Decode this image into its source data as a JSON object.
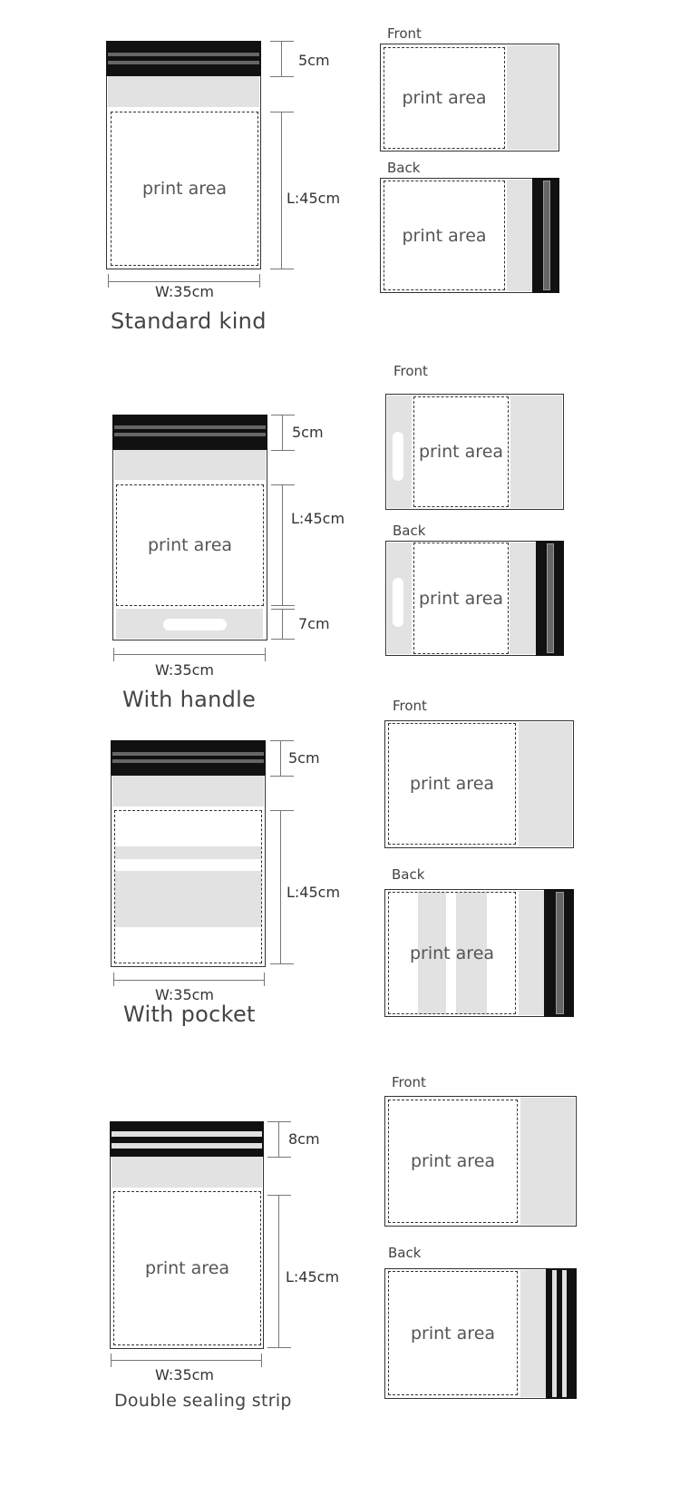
{
  "print_area": "print area",
  "front": "Front",
  "back": "Back",
  "sections": [
    {
      "title": "Standard kind",
      "width": "W:35cm",
      "strip": "5cm",
      "length": "L:45cm"
    },
    {
      "title": "With handle",
      "width": "W:35cm",
      "strip": "5cm",
      "length": "L:45cm",
      "handle": "7cm"
    },
    {
      "title": "With pocket",
      "width": "W:35cm",
      "strip": "5cm",
      "length": "L:45cm"
    },
    {
      "title": "Double sealing strip",
      "width": "W:35cm",
      "strip": "8cm",
      "length": "L:45cm"
    }
  ]
}
